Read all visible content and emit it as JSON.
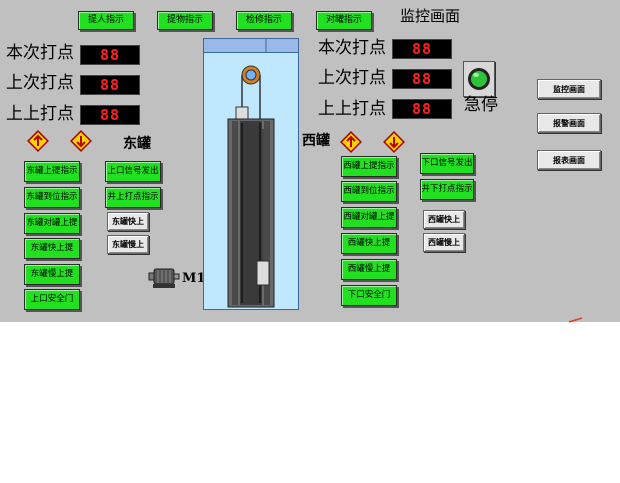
{
  "title": "监控画面",
  "top_indicators": [
    "提人指示",
    "提物指示",
    "检修指示",
    "对罐指示"
  ],
  "left_labels": [
    "本次打点",
    "上次打点",
    "上上打点"
  ],
  "right_labels": [
    "本次打点",
    "上次打点",
    "上上打点"
  ],
  "left_displays": [
    "88",
    "88",
    "88"
  ],
  "right_displays": [
    "88",
    "88",
    "88"
  ],
  "estop_label": "急停",
  "east_title": "东罐",
  "west_title": "西罐",
  "east_indicators": [
    "东罐上提指示",
    "东罐到位指示",
    "东罐对罐上提",
    "东罐快上提",
    "东罐慢上提",
    "上口安全门"
  ],
  "east_mid_indicators": [
    "上口信号发出",
    "井上打点指示"
  ],
  "east_buttons": [
    "东罐快上",
    "东罐慢上"
  ],
  "west_indicators": [
    "西罐上提指示",
    "西罐到位指示",
    "西罐对罐上提",
    "西罐快上提",
    "西罐慢上提",
    "下口安全门"
  ],
  "west_mid_indicators": [
    "下口信号发出",
    "井下打点指示"
  ],
  "west_buttons": [
    "西罐快上",
    "西罐慢上"
  ],
  "motor_label": "M1",
  "nav_buttons": [
    "监控画面",
    "报警画面",
    "报表画面"
  ],
  "colors": {
    "indicator_on": "#20e020",
    "display_bg": "#000000",
    "display_digit": "#ff2020",
    "warning": "#ffd400",
    "shaft": "#bfe8ff"
  }
}
